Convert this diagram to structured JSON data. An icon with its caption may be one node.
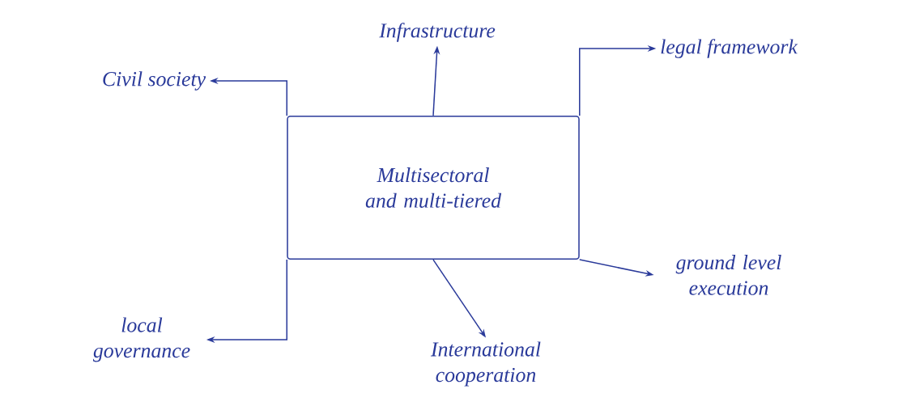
{
  "diagram": {
    "nodes": [
      {
        "text": [
          "Multisectoral and multi-tiered"
        ]
      },
      {
        "text": [
          "Infrastructure"
        ]
      },
      {
        "text": [
          "legal framework"
        ]
      },
      {
        "text": [
          "Civil society"
        ]
      },
      {
        "text": [
          "ground level execution"
        ]
      },
      {
        "text": [
          "International cooperation"
        ]
      },
      {
        "text": [
          "local governance"
        ]
      }
    ],
    "edges": [
      {
        "from": 0,
        "to": 1,
        "arrow": "to"
      },
      {
        "from": 0,
        "to": 2,
        "arrow": "to"
      },
      {
        "from": 0,
        "to": 3,
        "arrow": "to"
      },
      {
        "from": 0,
        "to": 4,
        "arrow": "to"
      },
      {
        "from": 0,
        "to": 5,
        "arrow": "to"
      },
      {
        "from": 0,
        "to": 6,
        "arrow": "to"
      }
    ]
  }
}
